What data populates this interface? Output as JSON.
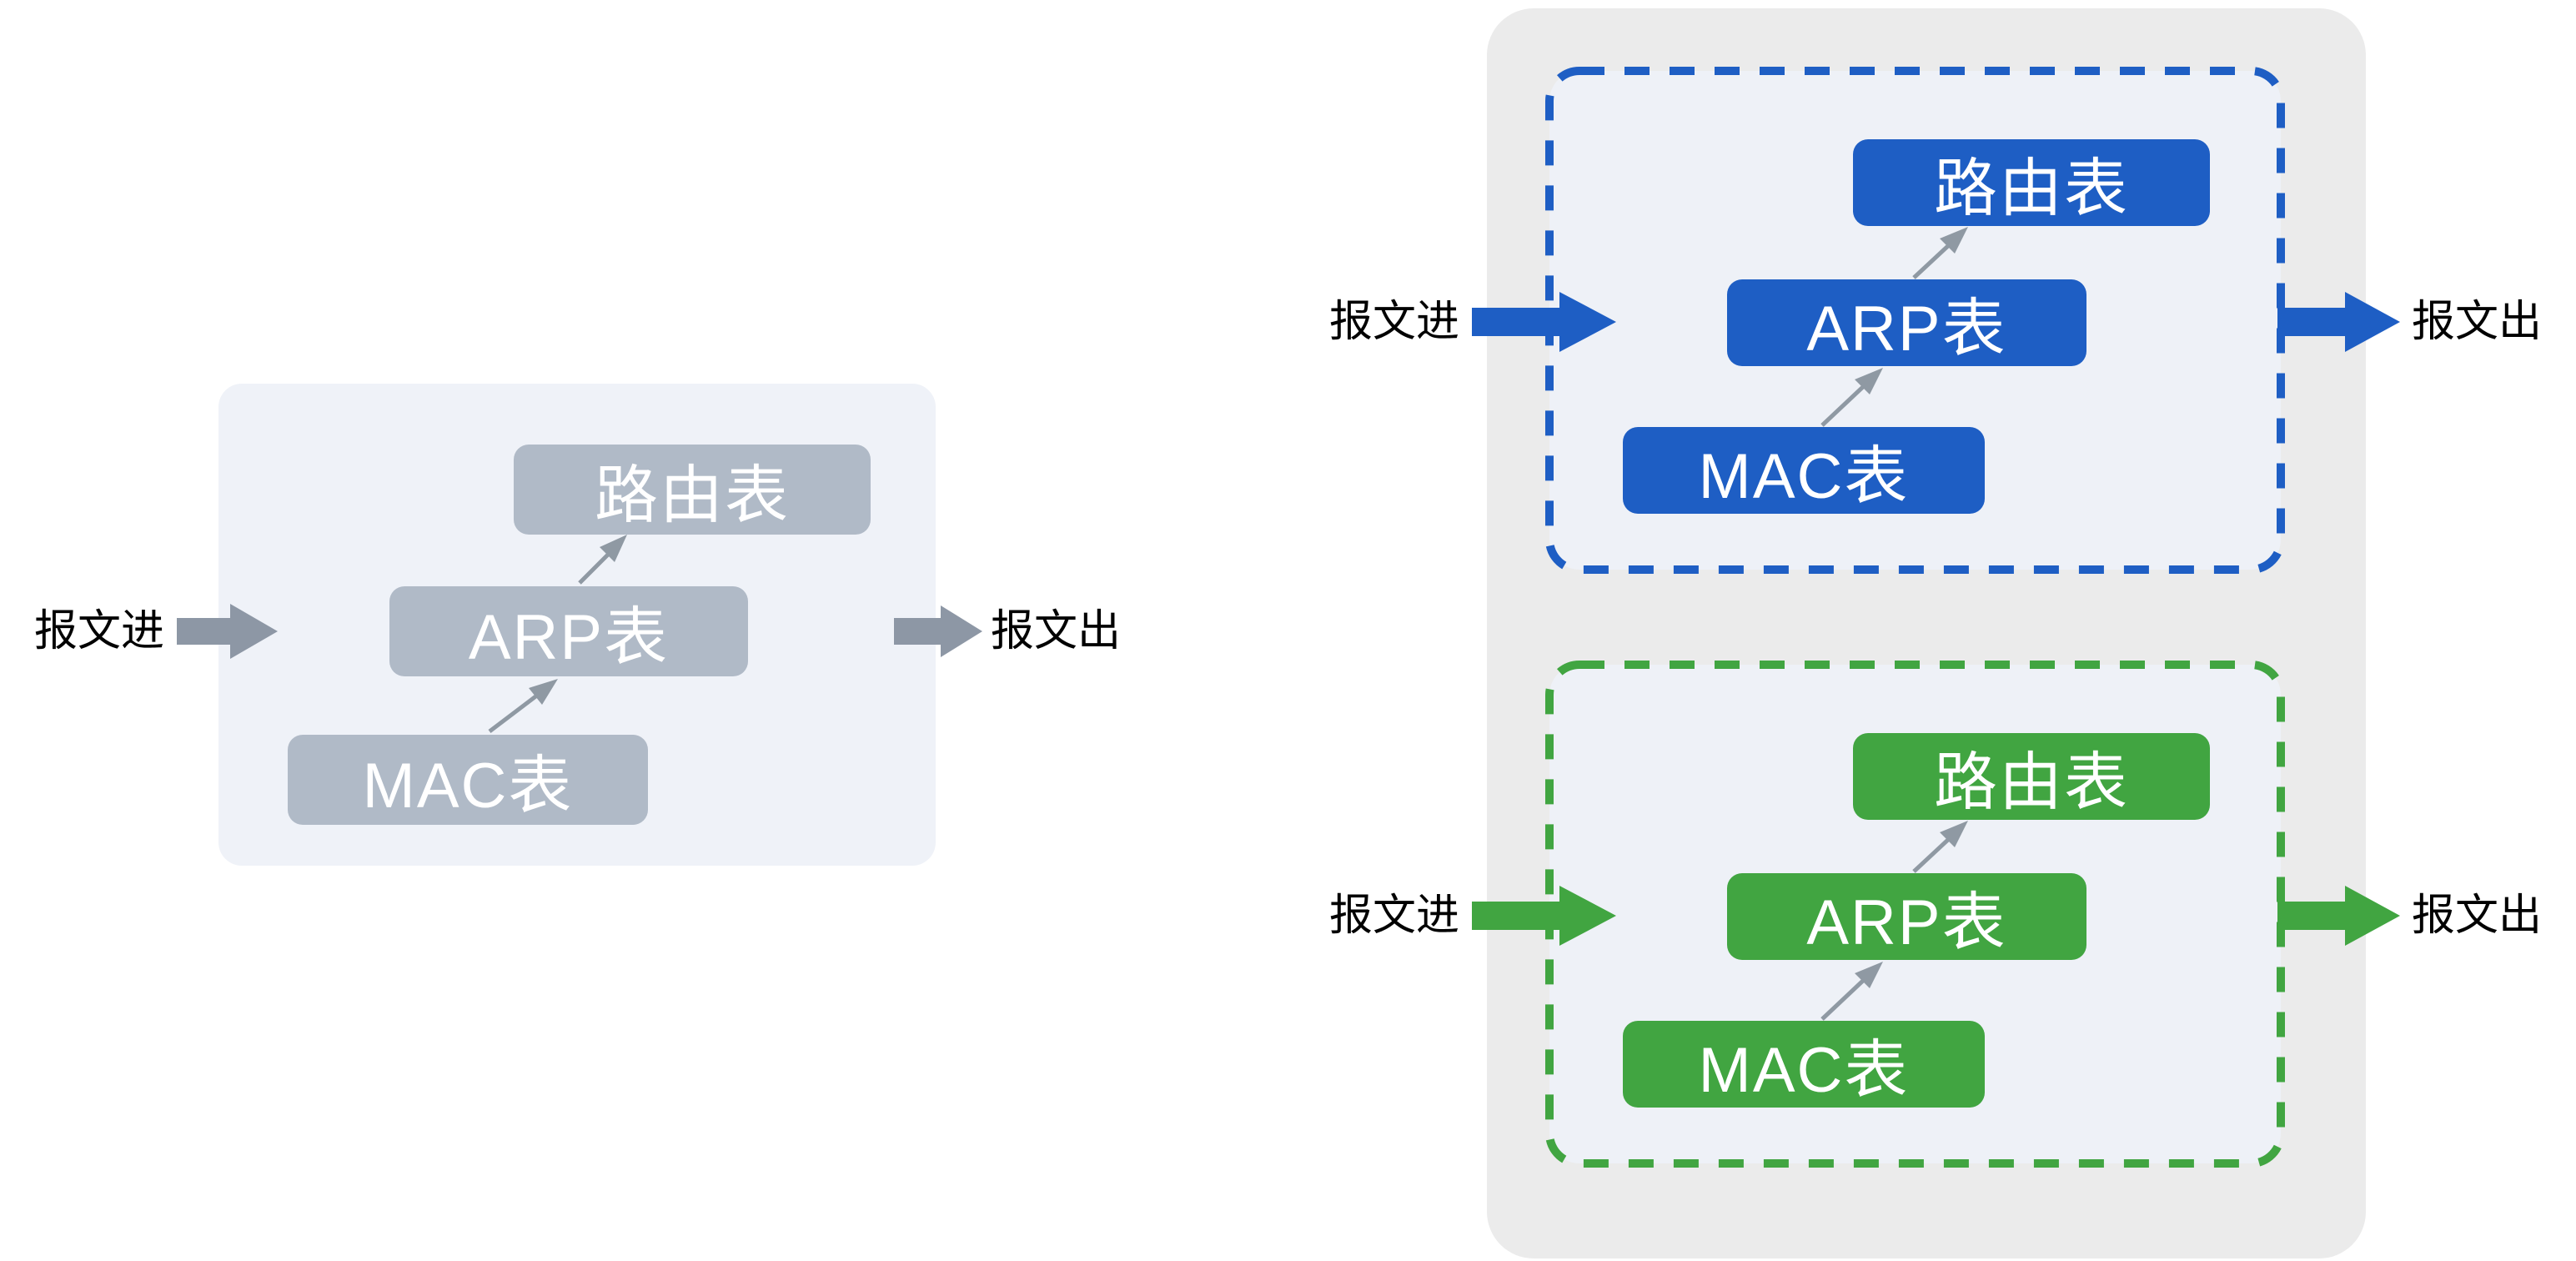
{
  "colors": {
    "page-bg": "#ffffff",
    "left-panel-fill": "#eff2f8",
    "right-panel-fill": "#ebebeb",
    "inner-panel-fill": "#eef1f7",
    "gray-button": "#b0bac7",
    "gray-arrow": "#8d97a5",
    "connector": "#8f99a3",
    "blue": "#1e5ec4",
    "green": "#41a541",
    "label-text": "#000000",
    "button-text": "#ffffff"
  },
  "diagrams": {
    "left": {
      "packet_in": "报文进",
      "packet_out": "报文出",
      "routing_table": "路由表",
      "arp_table": "ARP表",
      "mac_table": "MAC表"
    },
    "top_right": {
      "packet_in": "报文进",
      "packet_out": "报文出",
      "routing_table": "路由表",
      "arp_table": "ARP表",
      "mac_table": "MAC表"
    },
    "bottom_right": {
      "packet_in": "报文进",
      "packet_out": "报文出",
      "routing_table": "路由表",
      "arp_table": "ARP表",
      "mac_table": "MAC表"
    }
  }
}
